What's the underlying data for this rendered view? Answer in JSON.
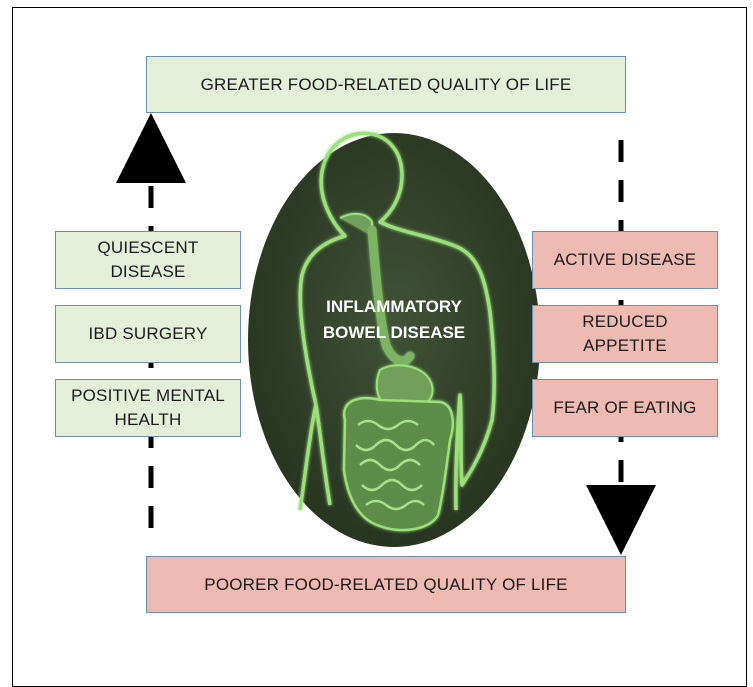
{
  "top_box": {
    "text": "GREATER FOOD-RELATED QUALITY OF LIFE"
  },
  "bottom_box": {
    "text": "POORER FOOD-RELATED QUALITY OF LIFE"
  },
  "left_factors": [
    {
      "text": "QUIESCENT\nDISEASE"
    },
    {
      "text": "IBD SURGERY"
    },
    {
      "text": "POSITIVE MENTAL\nHEALTH"
    }
  ],
  "right_factors": [
    {
      "text": "ACTIVE DISEASE"
    },
    {
      "text": "REDUCED\nAPPETITE"
    },
    {
      "text": "FEAR OF EATING"
    }
  ],
  "center": {
    "label": "INFLAMMATORY\nBOWEL DISEASE"
  },
  "colors": {
    "positive_box": "#e3efd9",
    "negative_box": "#eebab2",
    "box_border": "#6e8fb4",
    "oval_fill": "#2f3d2a",
    "outline_glow": "#9be07a"
  }
}
